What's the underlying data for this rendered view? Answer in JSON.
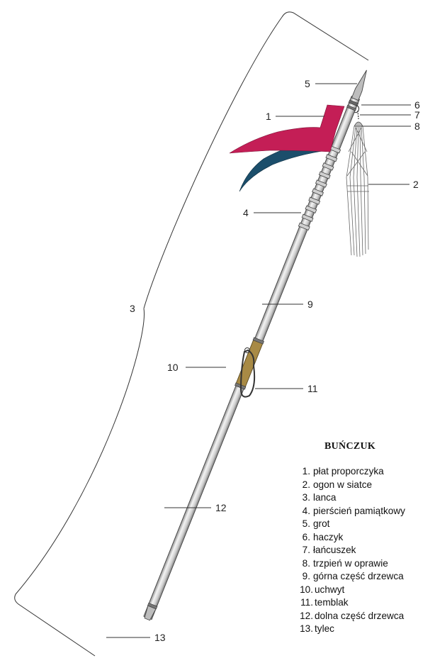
{
  "legend": {
    "title": "BUŃCZUK",
    "items": [
      {
        "num": "1.",
        "label": "płat proporczyka"
      },
      {
        "num": "2.",
        "label": "ogon w siatce"
      },
      {
        "num": "3.",
        "label": "lanca"
      },
      {
        "num": "4.",
        "label": "pierścień pamiątkowy"
      },
      {
        "num": "5.",
        "label": "grot"
      },
      {
        "num": "6.",
        "label": "haczyk"
      },
      {
        "num": "7.",
        "label": "łańcuszek"
      },
      {
        "num": "8.",
        "label": "trzpień w oprawie"
      },
      {
        "num": "9.",
        "label": "górna część drzewca"
      },
      {
        "num": "10.",
        "label": "uchwyt"
      },
      {
        "num": "11.",
        "label": "temblak"
      },
      {
        "num": "12.",
        "label": "dolna część drzewca"
      },
      {
        "num": "13.",
        "label": "tylec"
      }
    ]
  },
  "callouts": {
    "c1": "1",
    "c2": "2",
    "c3": "3",
    "c4": "4",
    "c5": "5",
    "c6": "6",
    "c7": "7",
    "c8": "8",
    "c9": "9",
    "c10": "10",
    "c11": "11",
    "c12": "12",
    "c13": "13"
  },
  "colors": {
    "pennant_upper": "#c41e56",
    "pennant_lower": "#1b4e6b",
    "grip": "#a88a45",
    "shaft": "#d9d9d9",
    "outline": "#333333"
  }
}
